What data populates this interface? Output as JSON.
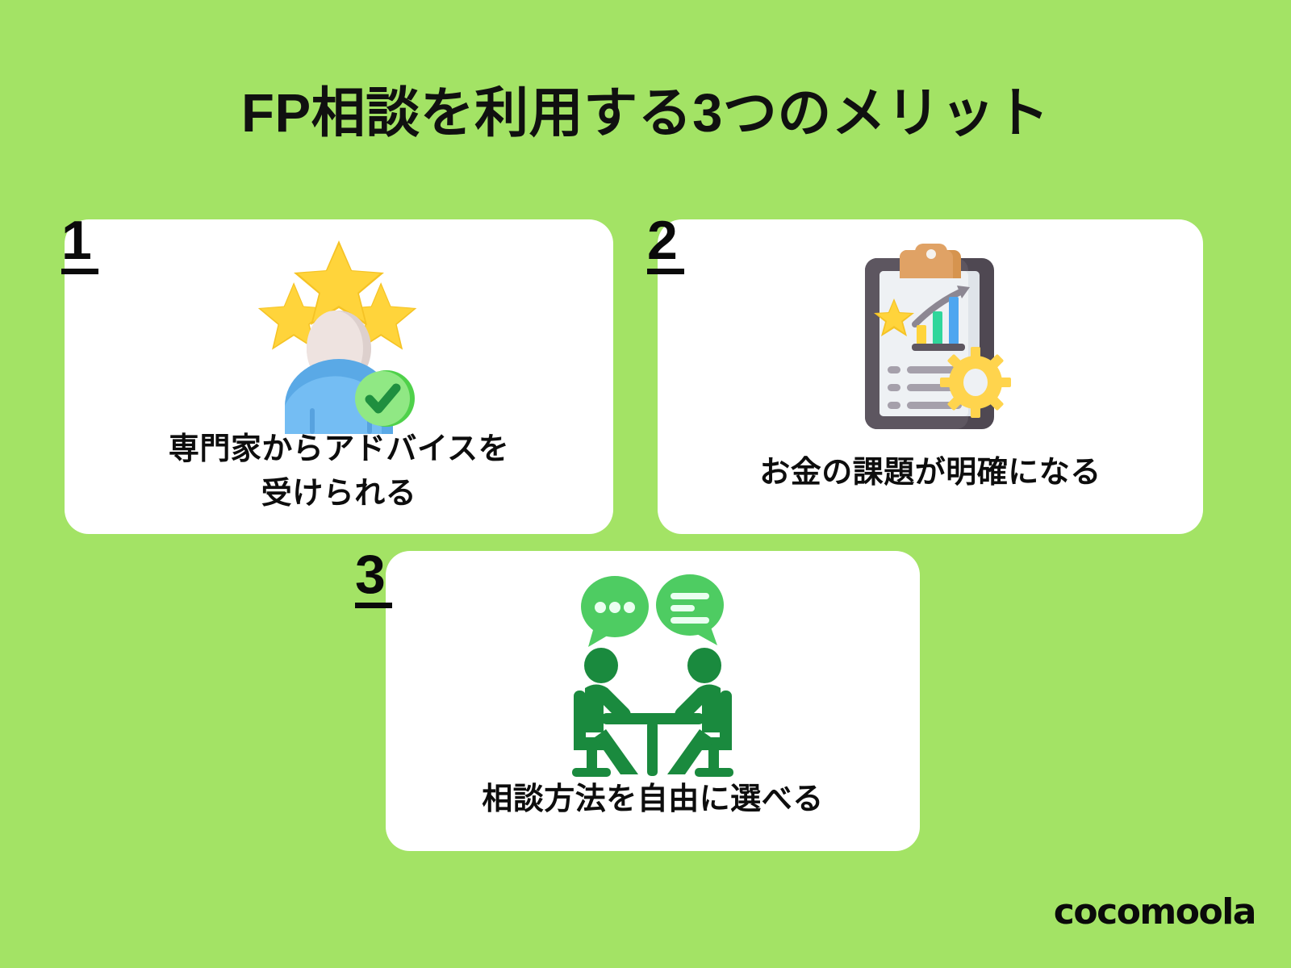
{
  "background_color": "#a3e365",
  "header": {
    "title": "FP相談を利用する3つのメリット"
  },
  "cards": [
    {
      "number": "1",
      "label_line1": "専門家からアドバイスを",
      "label_line2": "受けられる",
      "icon_name": "expert-rating-person-icon"
    },
    {
      "number": "2",
      "label_line1": "お金の課題が明確になる",
      "label_line2": "",
      "icon_name": "clipboard-report-gear-icon"
    },
    {
      "number": "3",
      "label_line1": "相談方法を自由に選べる",
      "label_line2": "",
      "icon_name": "two-people-consultation-icon"
    }
  ],
  "footer": {
    "logo_text": "cocomoola"
  },
  "colors": {
    "background": "#a3e365",
    "card": "#ffffff",
    "text": "#0d0d0d",
    "star_yellow": "#ffd43b",
    "star_yellow_dark": "#f5c325",
    "person_blue": "#74bdf3",
    "person_blue_dark": "#5aa9e6",
    "person_head": "#e9dedc",
    "check_green_light": "#90e884",
    "check_green_dark": "#1f8f3f",
    "clipboard_frame": "#5d5660",
    "clipboard_clip": "#e0a265",
    "clipboard_paper": "#eef1f4",
    "gear_yellow": "#ffd44d",
    "bar_teal": "#30d69b",
    "bar_blue": "#4da6f0",
    "consult_green": "#1a8a3e",
    "bubble_green": "#4ecc62"
  }
}
